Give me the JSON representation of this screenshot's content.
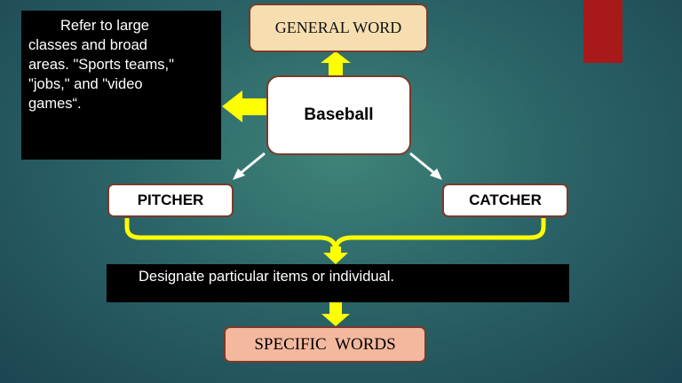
{
  "note": {
    "lines": [
      "Refer to large",
      "classes and broad",
      "areas. \"Sports teams,\"",
      "\"jobs,\" and \"video",
      "games“."
    ]
  },
  "general_word": "GENERAL WORD",
  "center": "Baseball",
  "left_child": "PITCHER",
  "right_child": "CATCHER",
  "band": "Designate particular items or individual.",
  "specific_words": "SPECIFIC  WORDS",
  "colors": {
    "arrow": "#ffff00",
    "accent": "#a8191a"
  }
}
